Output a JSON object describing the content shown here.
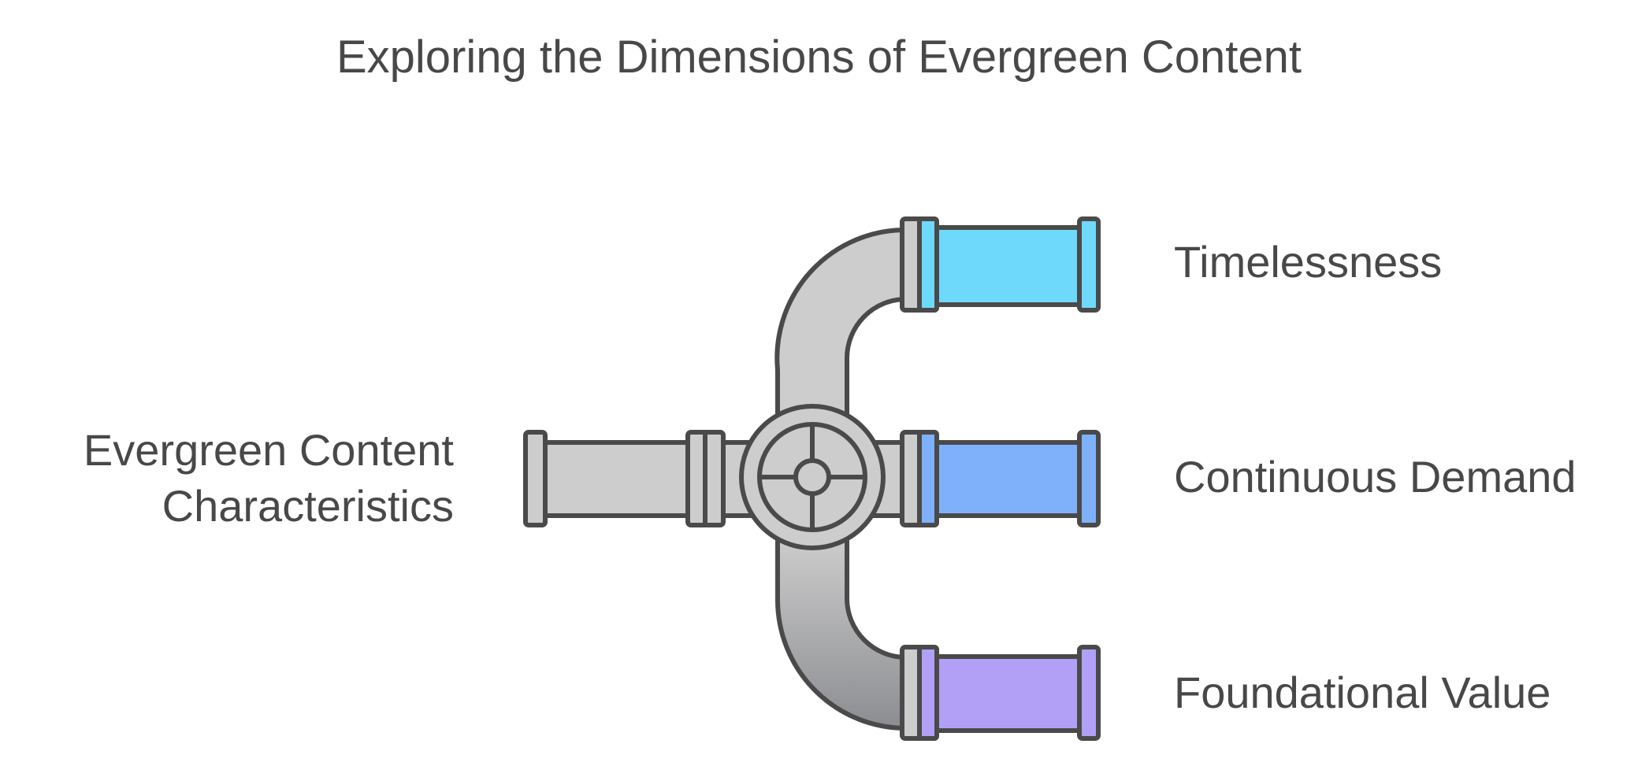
{
  "title": "Exploring the Dimensions of Evergreen Content",
  "source": {
    "line1": "Evergreen Content",
    "line2": "Characteristics"
  },
  "outputs": [
    {
      "label": "Timelessness",
      "color": "#6fd9fb"
    },
    {
      "label": "Continuous Demand",
      "color": "#7fb1fb"
    },
    {
      "label": "Foundational Value",
      "color": "#b2a0f7"
    }
  ],
  "colors": {
    "pipe": "#cdcdcd",
    "pipe_dark": "#8c8d91",
    "outline": "#4a4a4a",
    "text": "#484848"
  },
  "icons": {
    "valve": "valve-wheel-icon",
    "pipe": "pipe-junction-icon"
  }
}
